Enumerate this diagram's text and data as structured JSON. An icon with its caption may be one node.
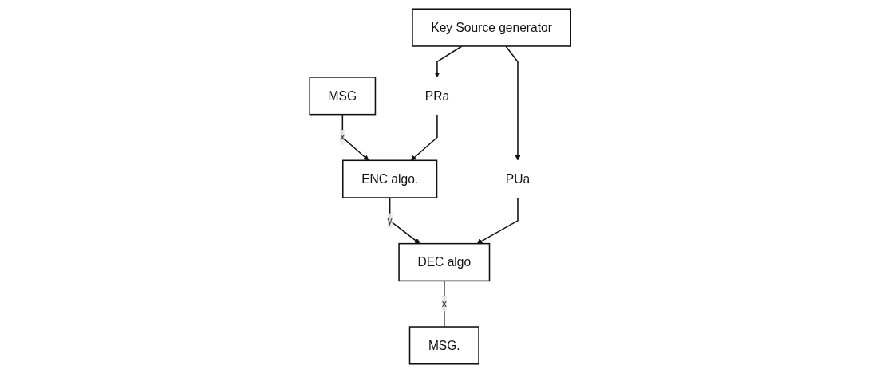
{
  "diagram": {
    "nodes": [
      {
        "text": [
          "MSG"
        ]
      },
      {
        "text": [
          "ENC algo."
        ]
      },
      {
        "text": [
          "DEC algo"
        ]
      },
      {
        "text": [
          "MSG."
        ]
      },
      {
        "text": [
          "PRa"
        ]
      },
      {
        "text": [
          "PUa"
        ]
      },
      {
        "text": [
          "Key Source generator"
        ]
      }
    ],
    "edges": [
      {
        "from": 0,
        "to": 1,
        "arrow": "to",
        "label": "x"
      },
      {
        "from": 1,
        "to": 2,
        "arrow": "to",
        "label": "y"
      },
      {
        "from": 2,
        "to": 3,
        "arrow": "none",
        "label": "x"
      },
      {
        "from": 4,
        "to": 1,
        "arrow": "to"
      },
      {
        "from": 5,
        "to": 2,
        "arrow": "to"
      },
      {
        "from": 6,
        "to": 4,
        "arrow": "to"
      },
      {
        "from": 6,
        "to": 5,
        "arrow": "to"
      }
    ]
  }
}
